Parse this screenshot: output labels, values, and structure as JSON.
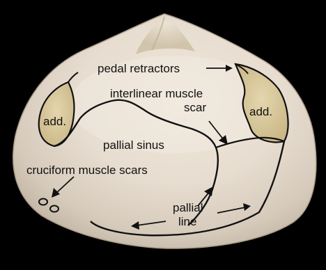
{
  "figure": {
    "background": "#000000",
    "shell_colors": {
      "nacre_light": "#f4eee6",
      "nacre_mid": "#ddd1c2",
      "nacre_shadow": "#b9ab9b",
      "umbo_tint": "#d8c7a6",
      "muscle_scar": "#d9c89a"
    },
    "line_color": "#111111"
  },
  "labels": {
    "pedal_retractors": "pedal retractors",
    "interlinear_line1": "interlinear muscle",
    "interlinear_line2": "scar",
    "add_left": "add.",
    "add_right": "add.",
    "pallial_sinus": "pallial sinus",
    "cruciform": "cruciform muscle scars",
    "pallial_line1": "pallial",
    "pallial_line2": "line"
  }
}
